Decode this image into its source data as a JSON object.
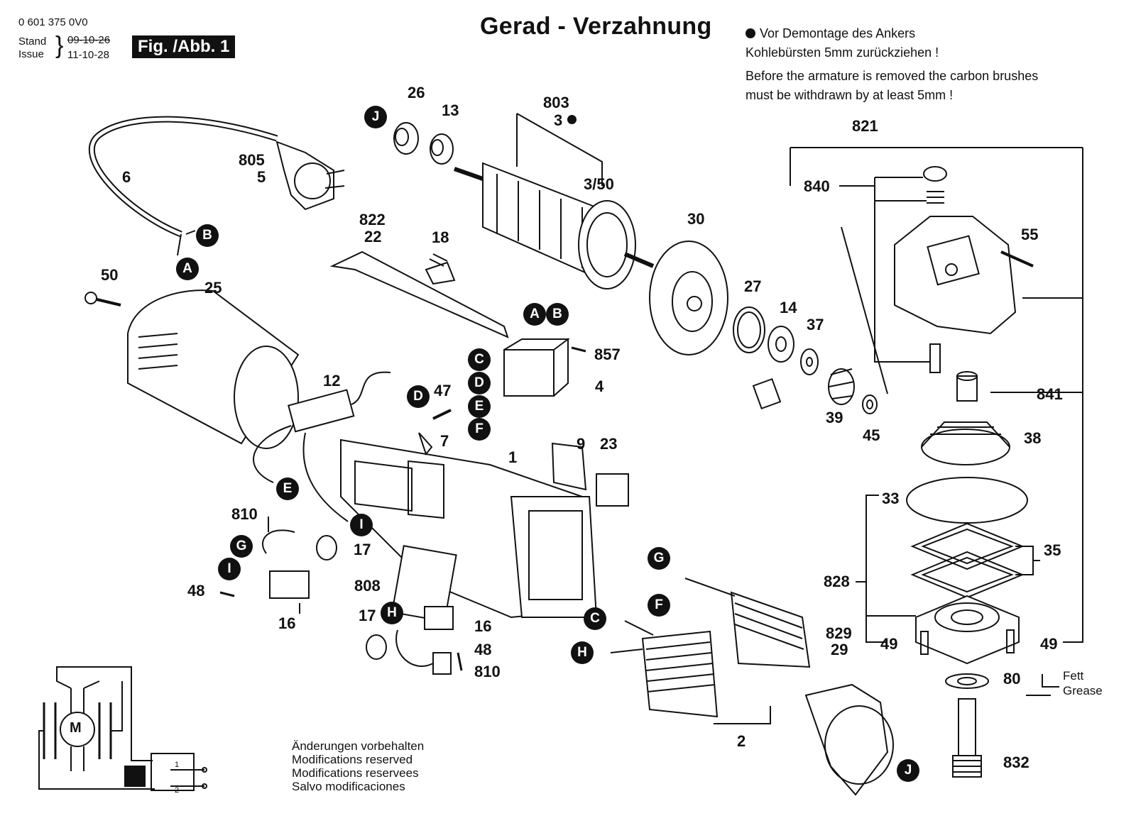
{
  "header": {
    "part_code": "0 601 375 0V0",
    "stand_label": "Stand",
    "issue_label": "Issue",
    "stand_date_struck": "09-10-26",
    "issue_date": "11-10-28",
    "figure_badge": "Fig. /Abb. 1",
    "title": "Gerad - Verzahnung"
  },
  "notice": {
    "de_line1": "Vor Demontage des Ankers",
    "de_line2": "Kohlebürsten 5mm zurückziehen !",
    "en_line1": "Before the armature is removed the carbon brushes",
    "en_line2": "must be withdrawn by at least 5mm !"
  },
  "modifications": [
    "Änderungen vorbehalten",
    "Modifications reserved",
    "Modifications reservees",
    "Salvo modificaciones"
  ],
  "grease": {
    "de": "Fett",
    "en": "Grease"
  },
  "part_numbers": {
    "p26": "26",
    "p13": "13",
    "p803": "803",
    "p3": "3",
    "p3_50": "3/50",
    "p805": "805",
    "p5": "5",
    "p6": "6",
    "p821": "821",
    "p840": "840",
    "p55": "55",
    "p822": "822",
    "p22": "22",
    "p18": "18",
    "p30": "30",
    "p27": "27",
    "p14": "14",
    "p37": "37",
    "p50": "50",
    "p25": "25",
    "p857": "857",
    "p4": "4",
    "p12": "12",
    "p47": "47",
    "p841": "841",
    "p39": "39",
    "p45": "45",
    "p38": "38",
    "p7": "7",
    "p9": "9",
    "p23": "23",
    "p1": "1",
    "p33": "33",
    "p35": "35",
    "p810a": "810",
    "p17a": "17",
    "p48a": "48",
    "p16a": "16",
    "p808": "808",
    "p17b": "17",
    "p16b": "16",
    "p48b": "48",
    "p810b": "810",
    "p828": "828",
    "p829": "829",
    "p29": "29",
    "p49a": "49",
    "p49b": "49",
    "p80": "80",
    "p2": "2",
    "p832": "832",
    "motor": "M",
    "sw1": "1",
    "sw2": "2"
  },
  "connectors": {
    "J1": "J",
    "B1": "B",
    "A1": "A",
    "A2": "A",
    "B2": "B",
    "C1": "C",
    "D1": "D",
    "D2": "D",
    "E1": "E",
    "F1": "F",
    "E2": "E",
    "I1": "I",
    "G1": "G",
    "I2": "I",
    "H1": "H",
    "G2": "G",
    "F2": "F",
    "C2": "C",
    "H2": "H",
    "J2": "J"
  },
  "colors": {
    "ink": "#111111",
    "paper": "#ffffff"
  }
}
